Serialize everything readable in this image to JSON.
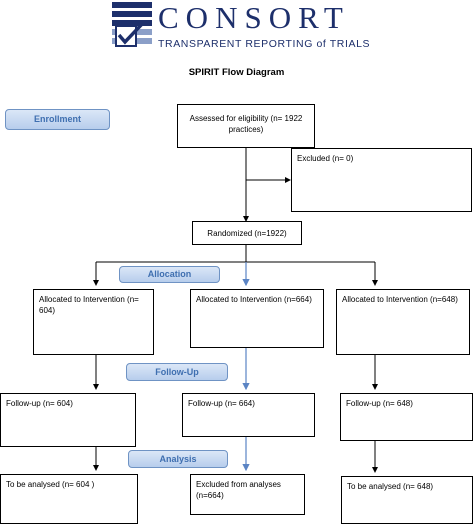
{
  "header": {
    "logo_word": "CONSORT",
    "logo_tagline": "TRANSPARENT REPORTING of TRIALS"
  },
  "diagram": {
    "title": "SPIRIT Flow Diagram",
    "stages": {
      "enrollment": "Enrollment",
      "allocation": "Allocation",
      "follow_up": "Follow-Up",
      "analysis": "Analysis"
    },
    "boxes": {
      "assessed": "Assessed for eligibility (n= 1922 practices)",
      "excluded": "Excluded  (n= 0)",
      "randomized": "Randomized (n=1922)",
      "alloc_left": "Allocated to Intervention (n= 604)",
      "alloc_mid": "Allocated to Intervention (n=664)",
      "alloc_right": "Allocated to Intervention (n=648)",
      "follow_left": "Follow-up (n= 604)",
      "follow_mid": "Follow-up (n= 664)",
      "follow_right": "Follow-up (n= 648)",
      "analysis_left": "To be analysed  (n= 604 )",
      "analysis_mid": "Excluded from analyses (n=664)",
      "analysis_right": "To be analysed  (n= 648)"
    },
    "colors": {
      "stage_text": "#3f6fb0",
      "stage_border": "#6f93c4",
      "blue_arrow": "#5b84c4",
      "logo": "#1d2f6b"
    }
  }
}
